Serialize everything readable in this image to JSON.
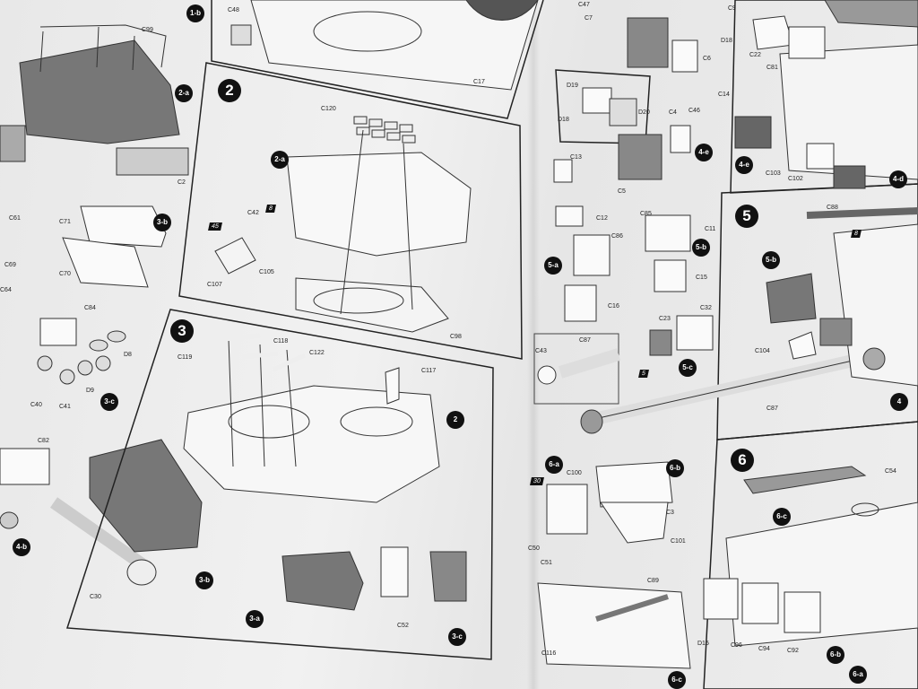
{
  "steps": {
    "s2": "2",
    "s3": "3",
    "s5": "5",
    "s6": "6"
  },
  "subassemblies": {
    "a1b": "1-b",
    "a2a": "2-a",
    "a3b": "3-b",
    "a3c": "3-c",
    "a4b": "4-b",
    "a2a_in2": "2-a",
    "a2_in3": "2",
    "a3b_in3": "3-b",
    "a3a": "3-a",
    "a3c_in3": "3-c",
    "a4e": "4-e",
    "a4e2": "4-e",
    "a4d": "4-d",
    "a5a": "5-a",
    "a5b": "5-b",
    "a5c": "5-c",
    "a5b_in5": "5-b",
    "a4_in5": "4",
    "a6a": "6-a",
    "a6b": "6-b",
    "a6c": "6-c",
    "a6c_in6": "6-c",
    "a6b_in6": "6-b",
    "a6a_in6": "6-a"
  },
  "part_labels": {
    "c99": "C99",
    "c2": "C2",
    "c61": "C61",
    "c69": "C69",
    "c64": "C64",
    "c71": "C71",
    "c70": "C70",
    "c84": "C84",
    "d8": "D8",
    "d9": "D9",
    "c40": "C40",
    "c41": "C41",
    "c82": "C82",
    "c30": "C30",
    "c48": "C48",
    "c17": "C17",
    "c120": "C120",
    "c42": "C42",
    "c107": "C107",
    "c105": "C105",
    "c98": "C98",
    "c119": "C119",
    "c118": "C118",
    "c122": "C122",
    "c117": "C117",
    "c52": "C52",
    "c47": "C47",
    "c7": "C7",
    "c9": "C9",
    "d18a": "D18",
    "c6": "C6",
    "c14": "C14",
    "d19": "D19",
    "d20": "D20",
    "d18b": "D18",
    "c4": "C4",
    "c46": "C46",
    "c13": "C13",
    "c5": "C5",
    "c12": "C12",
    "c86": "C86",
    "c85": "C85",
    "c11": "C11",
    "c15": "C15",
    "c16": "C16",
    "c23": "C23",
    "c32": "C32",
    "c43": "C43",
    "c87a": "C87",
    "c87b": "C87",
    "c100": "C100",
    "c3": "C3",
    "c50": "C50",
    "c51": "C51",
    "c101": "C101",
    "c89": "C89",
    "c116": "C116",
    "d15": "D15",
    "c22": "C22",
    "c81": "C81",
    "c103": "C103",
    "c102": "C102",
    "c88": "C88",
    "c104": "C104",
    "c54": "C54",
    "c96": "C96",
    "c94": "C94",
    "c92": "C92"
  },
  "callouts": {
    "n8a": "8",
    "n45": "45",
    "n8b": "8",
    "n5": "5",
    "n30": "30"
  }
}
